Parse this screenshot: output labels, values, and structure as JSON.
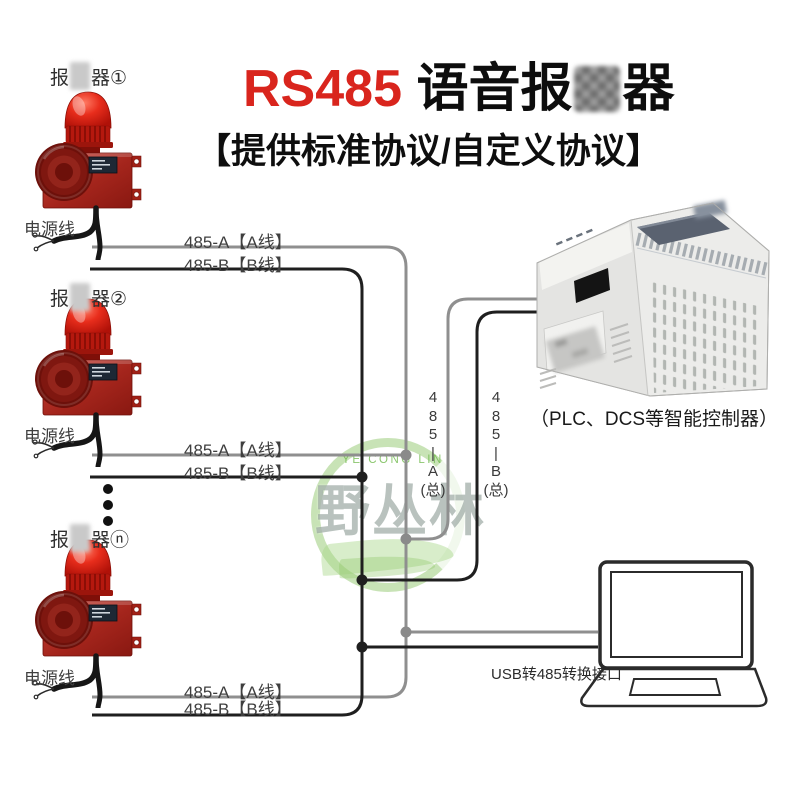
{
  "header": {
    "title_red": "RS485",
    "title_black_1": " 语音报",
    "title_black_2": "器",
    "subtitle": "【提供标准协议/自定义协议】"
  },
  "devices": [
    {
      "name_prefix": "报",
      "name_suffix": "器①",
      "power": "电源线",
      "wire_a": "485-A【A线】",
      "wire_b": "485-B【B线】"
    },
    {
      "name_prefix": "报",
      "name_suffix": "器②",
      "power": "电源线",
      "wire_a": "485-A【A线】",
      "wire_b": "485-B【B线】"
    },
    {
      "name_prefix": "报",
      "name_suffix": "器ⓝ",
      "power": "电源线",
      "wire_a": "485-A【A线】",
      "wire_b": "485-B【B线】"
    }
  ],
  "bus": {
    "a": [
      "4",
      "8",
      "5",
      "|",
      "A",
      "(总)"
    ],
    "b": [
      "4",
      "8",
      "5",
      "|",
      "B",
      "(总)"
    ]
  },
  "plc": {
    "caption": "（PLC、DCS等智能控制器）"
  },
  "laptop": {
    "label": "USB转485转换接口"
  },
  "watermark": {
    "latin": "YE CONG LIN",
    "cjk": "野丛林"
  },
  "colors": {
    "title_red": "#d9251d",
    "wire_gray": "#8f8f8f",
    "wire_black": "#1f1f1f",
    "alarm_red": "#a8241b",
    "watermark_green": "#8cc63f",
    "plc_panel": "#5a6270"
  }
}
